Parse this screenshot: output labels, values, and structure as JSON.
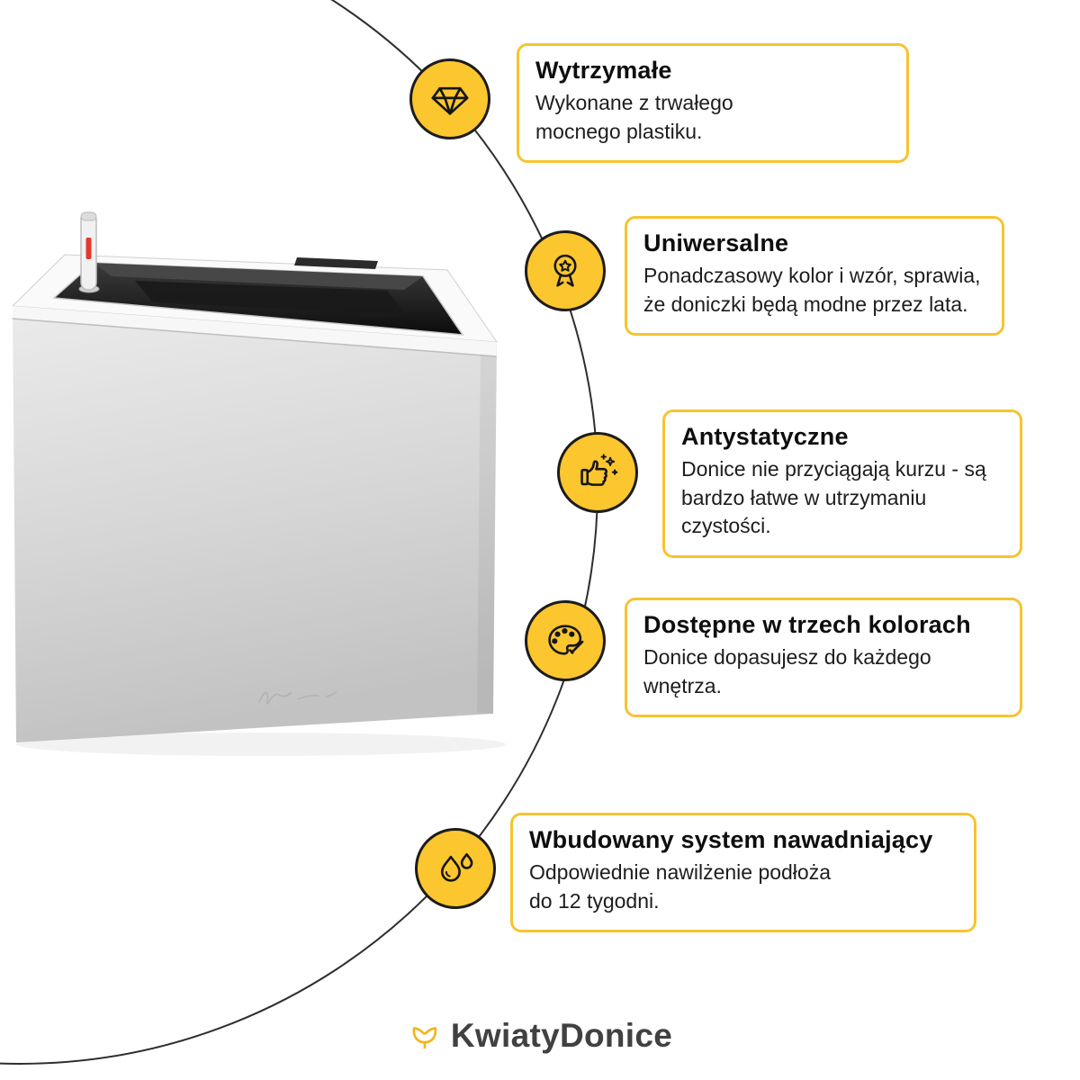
{
  "colors": {
    "accent_yellow": "#F7C331",
    "badge_yellow": "#FCC62F",
    "outline_dark": "#1c1c1c",
    "title_text": "#0e0e0e",
    "body_text": "#1d1d1d",
    "arc_line": "#2e2e2e",
    "water_indicator_red": "#e2392c",
    "logo_text_color": "#414141"
  },
  "features": [
    {
      "icon": "diamond-icon",
      "title": "Wytrzymałe",
      "body": "Wykonane z trwałego mocnego plastiku."
    },
    {
      "icon": "medal-icon",
      "title": "Uniwersalne",
      "body": "Ponadczasowy kolor i wzór, sprawia, że doniczki będą modne przez lata."
    },
    {
      "icon": "thumbs-up-sparkles-icon",
      "title": "Antystatyczne",
      "body": "Donice nie przyciągają kurzu - są bardzo łatwe w utrzymaniu czystości."
    },
    {
      "icon": "paint-palette-icon",
      "title": "Dostępne w trzech kolorach",
      "body": "Donice dopasujesz do każdego wnętrza."
    },
    {
      "icon": "water-drops-icon",
      "title": "Wbudowany system nawadniający",
      "body": "Odpowiednie nawilżenie podłoża do 12 tygodni."
    }
  ],
  "product": {
    "image": "silver-cube-self-watering-planter",
    "detail": "water-level-indicator"
  },
  "logo": {
    "icon": "flower-logo-icon",
    "text": "KwiatyDonice"
  }
}
